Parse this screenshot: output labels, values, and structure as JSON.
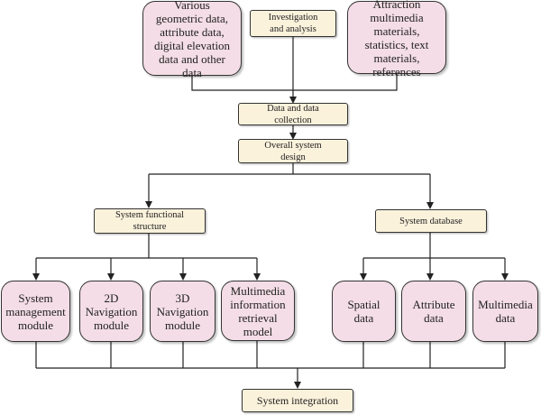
{
  "nodes": {
    "various_data": "Various\ngeometric data,\nattribute data,\ndigital elevation\ndata and other\ndata",
    "investigation": "Investigation\nand analysis",
    "attraction": "Attraction\nmultimedia\nmaterials,\nstatistics, text\nmaterials,\nreferences",
    "data_collection": "Data and data\ncollection",
    "overall_design": "Overall system\ndesign",
    "functional_structure": "System functional\nstructure",
    "system_database": "System database",
    "management_module": "System\nmanagement\nmodule",
    "nav2d_module": "2D\nNavigation\nmodule",
    "nav3d_module": "3D\nNavigation\nmodule",
    "multimedia_retrieval": "Multimedia\ninformation\nretrieval\nmodel",
    "spatial_data": "Spatial\ndata",
    "attribute_data": "Attribute\ndata",
    "multimedia_data": "Multimedia\ndata",
    "integration": "System integration"
  }
}
